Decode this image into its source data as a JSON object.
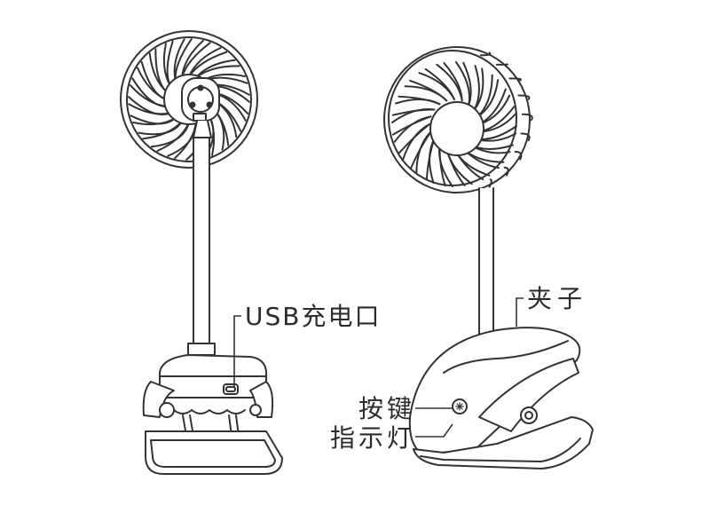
{
  "labels": {
    "usb_port": "USB充电口",
    "clip": "夹子",
    "button": "按键",
    "indicator": "指示灯"
  },
  "colors": {
    "line": "#333333",
    "background": "#ffffff",
    "text": "#2b2b2b"
  }
}
